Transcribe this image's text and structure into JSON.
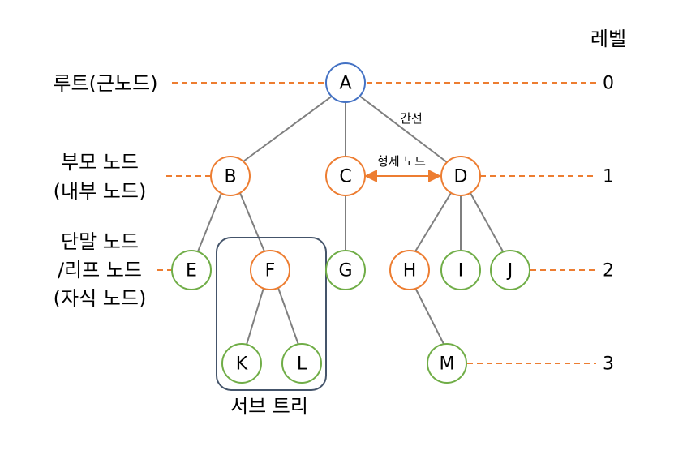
{
  "colors": {
    "root_outline": "#4472C4",
    "orange": "#ED7D31",
    "green": "#70AD47",
    "edge": "#7F7F7F",
    "subtree_border": "#44546A"
  },
  "header": {
    "level_title": "레벨"
  },
  "side_labels": {
    "root": "루트(근노드)",
    "parent_line1": "부모 노드",
    "parent_line2": "(내부 노드)",
    "leaf_line1": "단말 노드",
    "leaf_line2": "/리프 노드",
    "leaf_line3": "(자식 노드)"
  },
  "levels": [
    "0",
    "1",
    "2",
    "3"
  ],
  "annotations": {
    "edge": "간선",
    "sibling": "형제 노드",
    "subtree": "서브 트리"
  },
  "nodes": {
    "A": "A",
    "B": "B",
    "C": "C",
    "D": "D",
    "E": "E",
    "F": "F",
    "G": "G",
    "H": "H",
    "I": "I",
    "J": "J",
    "K": "K",
    "L": "L",
    "M": "M"
  }
}
